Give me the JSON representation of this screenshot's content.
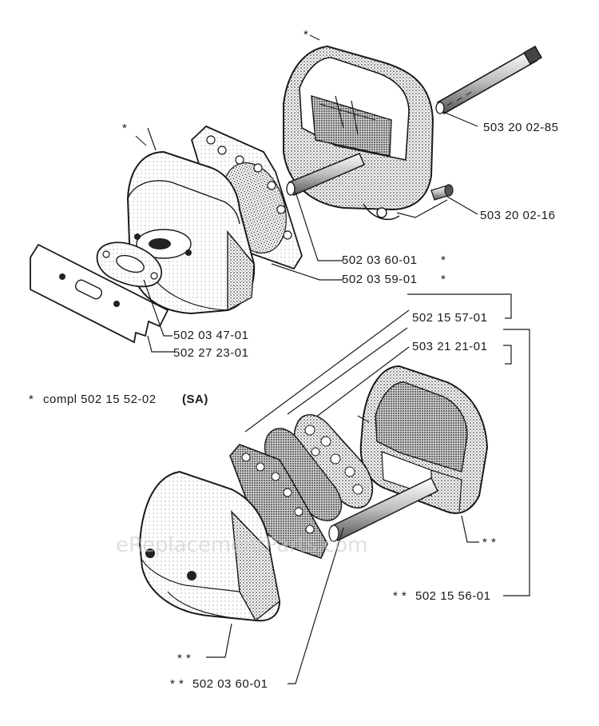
{
  "colors": {
    "ink": "#1a1a1a",
    "paper": "#ffffff",
    "shade": "#8a8a8a"
  },
  "asterisk_single": "*",
  "asterisk_double": "* *",
  "labels": {
    "bolt": "503 20 02-85",
    "screw": "503 20 02-16",
    "spacer_upper": "502 03 60-01",
    "gasket_upper": "502 03 59-01",
    "gasket_port": "502 03 47-01",
    "plate": "502 27 23-01",
    "screen_a": "502 15 57-01",
    "screen_b": "503 21 21-01",
    "muffler_lower": "502 15 56-01",
    "spacer_lower": "502 03 60-01"
  },
  "legend": {
    "prefix": "*",
    "text": "compl 502 15 52-02",
    "suffix": "(SA)"
  },
  "watermark": "eReplacementParts.com"
}
